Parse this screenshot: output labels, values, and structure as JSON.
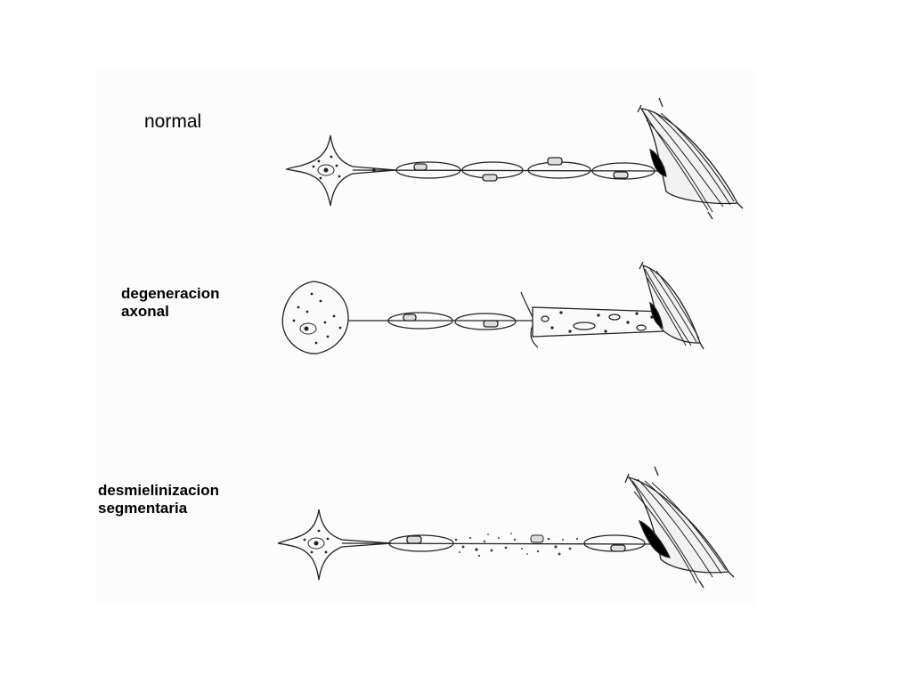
{
  "rows": {
    "normal": {
      "label_lines": [
        "normal"
      ]
    },
    "axonal": {
      "label_lines": [
        "degeneracion",
        "axonal"
      ]
    },
    "demyelination": {
      "label_lines": [
        "desmielinizacion",
        "segmentaria"
      ]
    }
  },
  "colors": {
    "ink": "#222222",
    "muscle_dark": "#000000",
    "background": "#ffffff"
  }
}
